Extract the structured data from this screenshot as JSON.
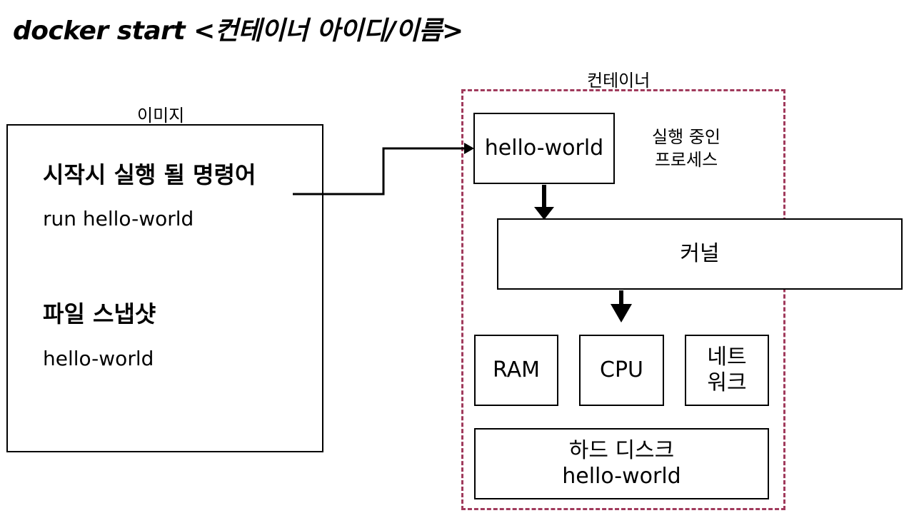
{
  "title": "docker start <컨테이너 아이디/이름>",
  "image": {
    "label": "이미지",
    "startup_heading": "시작시 실행 될 명령어",
    "startup_command": "run hello-world",
    "snapshot_heading": "파일 스냅샷",
    "snapshot_value": "hello-world"
  },
  "container": {
    "label": "컨테이너",
    "process_box": "hello-world",
    "process_label_line1": "실행 중인",
    "process_label_line2": "프로세스",
    "kernel": "커널",
    "ram": "RAM",
    "cpu": "CPU",
    "network_line1": "네트",
    "network_line2": "워크",
    "disk_line1": "하드 디스크",
    "disk_line2": "hello-world"
  },
  "colors": {
    "container_border": "#a03a5c",
    "line": "#000000"
  }
}
